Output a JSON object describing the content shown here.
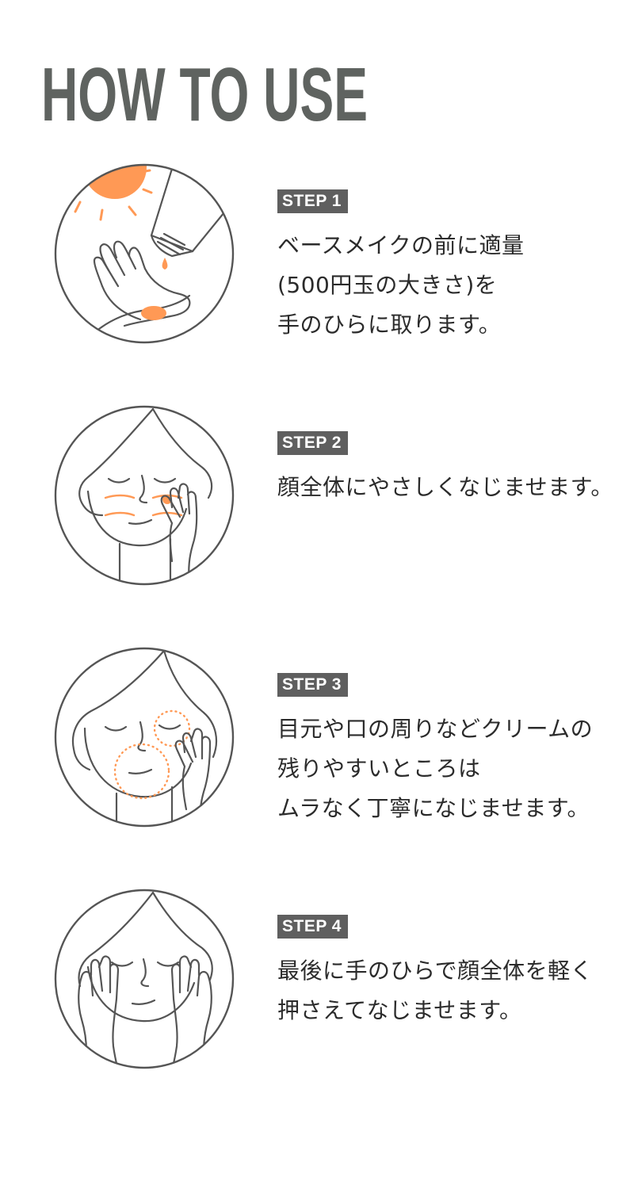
{
  "title": "HOW TO USE",
  "colors": {
    "accent": "#ff9955",
    "title": "#5f6360",
    "badge": "#5f5f5f",
    "line": "#555555"
  },
  "steps": [
    {
      "label": "STEP 1",
      "icon": "hand-with-sunscreen-tube-icon",
      "lines": [
        "ベースメイクの前に適量",
        "(500円玉の大きさ)を",
        "手のひらに取ります。"
      ]
    },
    {
      "label": "STEP 2",
      "icon": "face-apply-cream-icon",
      "lines": [
        "顔全体にやさしくなじませます。"
      ]
    },
    {
      "label": "STEP 3",
      "icon": "face-eye-mouth-area-icon",
      "lines": [
        "目元や口の周りなどクリームの",
        "残りやすいところは",
        "ムラなく丁寧になじませます。"
      ]
    },
    {
      "label": "STEP 4",
      "icon": "face-press-palms-icon",
      "lines": [
        "最後に手のひらで顔全体を軽く",
        "押さえてなじませます。"
      ]
    }
  ]
}
